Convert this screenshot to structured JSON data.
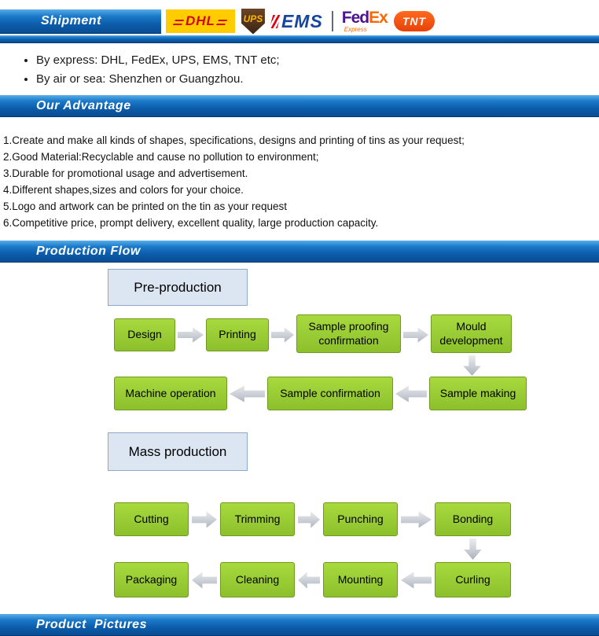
{
  "colors": {
    "header_blue": "#0c5dab",
    "flow_node_green": "#9ccb3b",
    "flow_label_blue": "#dce6f2",
    "arrow_gray": "#c7ccd4",
    "dhl_yellow": "#ffcc00",
    "dhl_red": "#d40511",
    "ups_brown": "#42290f",
    "ups_gold": "#ffb500",
    "ems_blue": "#15459c",
    "ems_red": "#e60012",
    "fedex_purple": "#4d148c",
    "fedex_orange": "#ff6600",
    "tnt_orange": "#e8420a"
  },
  "shipment": {
    "title": "Shipment",
    "bullets": [
      "By express: DHL, FedEx, UPS, EMS, TNT etc;",
      "By air or sea: Shenzhen or Guangzhou."
    ],
    "logos": {
      "dhl": "DHL",
      "ups": "UPS",
      "ems": "EMS",
      "fedex_fed": "Fed",
      "fedex_ex": "Ex",
      "fedex_sub": "Express",
      "tnt": "TNT"
    }
  },
  "advantage": {
    "title": "Our Advantage",
    "items": [
      "1.Create and make all kinds of shapes, specifications, designs and printing of tins as your request;",
      "2.Good Material:Recyclable and cause no pollution to environment;",
      "3.Durable for promotional usage and advertisement.",
      "4.Different shapes,sizes and colors for your choice.",
      "5.Logo and artwork can be printed on the tin as your request",
      "6.Competitive price, prompt delivery, excellent quality, large production capacity."
    ]
  },
  "production": {
    "title": "Production Flow",
    "pre_label": "Pre-production",
    "mass_label": "Mass production",
    "row1": [
      "Design",
      "Printing",
      "Sample proofing confirmation",
      "Mould development"
    ],
    "row2": [
      "Machine operation",
      "Sample confirmation",
      "Sample making"
    ],
    "row3": [
      "Cutting",
      "Trimming",
      "Punching",
      "Bonding"
    ],
    "row4": [
      "Packaging",
      "Cleaning",
      "Mounting",
      "Curling"
    ]
  },
  "pictures": {
    "title": "Product  Pictures"
  }
}
